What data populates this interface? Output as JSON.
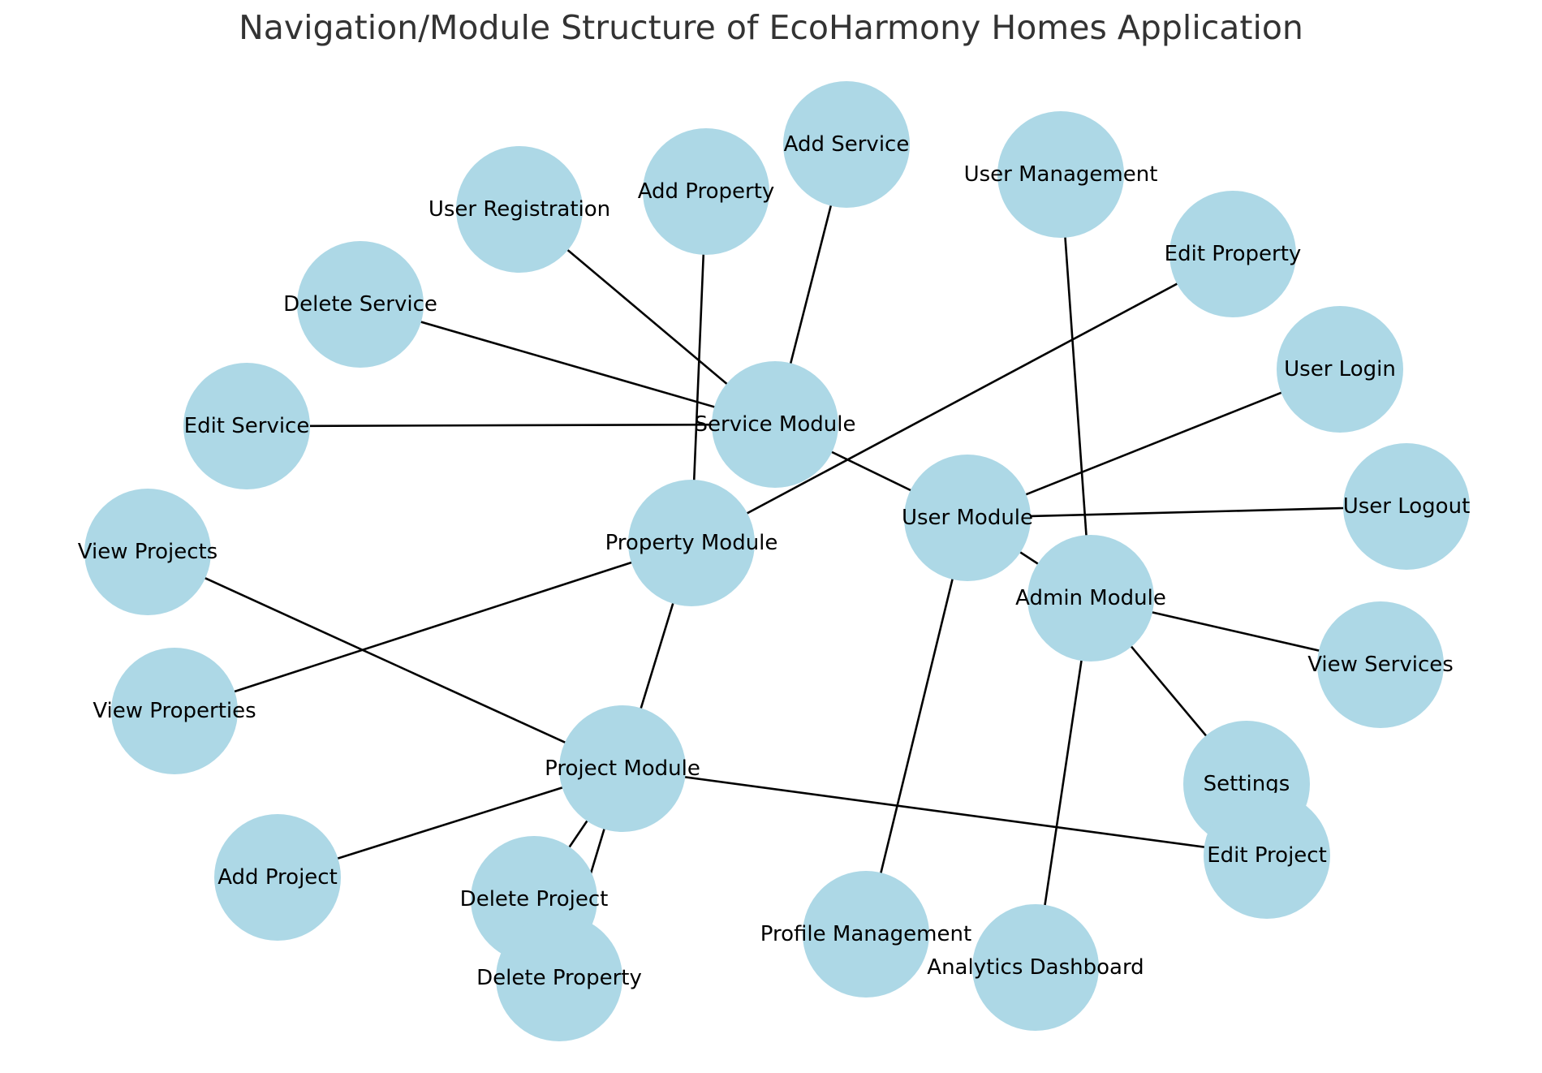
{
  "title": "Navigation/Module Structure of EcoHarmony Homes Application",
  "colors": {
    "node_fill": "#add8e6",
    "edge_stroke": "#000000",
    "label_text": "#000000",
    "title_text": "#333333"
  },
  "nodes": [
    {
      "id": "service-module",
      "label": "Service Module"
    },
    {
      "id": "user-module",
      "label": "User Module"
    },
    {
      "id": "property-module",
      "label": "Property Module"
    },
    {
      "id": "admin-module",
      "label": "Admin Module"
    },
    {
      "id": "project-module",
      "label": "Project Module"
    },
    {
      "id": "add-service",
      "label": "Add Service"
    },
    {
      "id": "add-property",
      "label": "Add Property"
    },
    {
      "id": "user-registration",
      "label": "User Registration"
    },
    {
      "id": "user-management",
      "label": "User Management"
    },
    {
      "id": "edit-property",
      "label": "Edit Property"
    },
    {
      "id": "delete-service",
      "label": "Delete Service"
    },
    {
      "id": "user-login",
      "label": "User Login"
    },
    {
      "id": "edit-service",
      "label": "Edit Service"
    },
    {
      "id": "user-logout",
      "label": "User Logout"
    },
    {
      "id": "view-projects",
      "label": "View Projects"
    },
    {
      "id": "view-services",
      "label": "View Services"
    },
    {
      "id": "view-properties",
      "label": "View Properties"
    },
    {
      "id": "settings",
      "label": "Settings"
    },
    {
      "id": "edit-project",
      "label": "Edit Project"
    },
    {
      "id": "add-project",
      "label": "Add Project"
    },
    {
      "id": "delete-project",
      "label": "Delete Project"
    },
    {
      "id": "delete-property",
      "label": "Delete Property"
    },
    {
      "id": "profile-management",
      "label": "Profile Management"
    },
    {
      "id": "analytics-dashboard",
      "label": "Analytics Dashboard"
    }
  ],
  "edges": [
    [
      "service-module",
      "add-service"
    ],
    [
      "service-module",
      "user-registration"
    ],
    [
      "service-module",
      "delete-service"
    ],
    [
      "service-module",
      "edit-service"
    ],
    [
      "service-module",
      "user-module"
    ],
    [
      "property-module",
      "add-property"
    ],
    [
      "property-module",
      "edit-property"
    ],
    [
      "property-module",
      "view-properties"
    ],
    [
      "property-module",
      "project-module"
    ],
    [
      "user-module",
      "user-login"
    ],
    [
      "user-module",
      "user-logout"
    ],
    [
      "user-module",
      "admin-module"
    ],
    [
      "user-module",
      "profile-management"
    ],
    [
      "admin-module",
      "user-management"
    ],
    [
      "admin-module",
      "view-services"
    ],
    [
      "admin-module",
      "settings"
    ],
    [
      "admin-module",
      "analytics-dashboard"
    ],
    [
      "project-module",
      "view-projects"
    ],
    [
      "project-module",
      "add-project"
    ],
    [
      "project-module",
      "delete-project"
    ],
    [
      "project-module",
      "delete-property"
    ],
    [
      "project-module",
      "edit-project"
    ]
  ]
}
